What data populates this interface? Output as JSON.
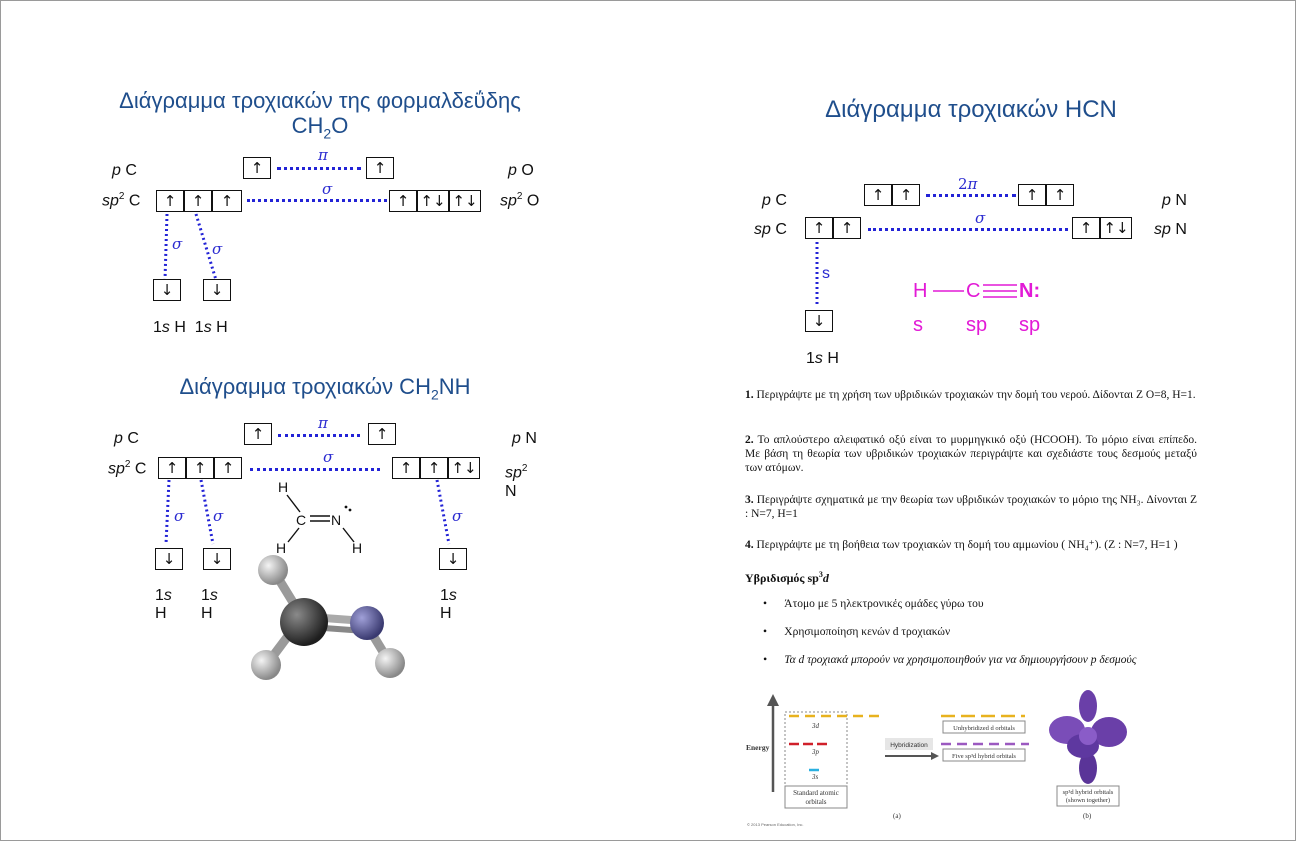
{
  "left": {
    "title1_line1": "Διάγραμμα τροχιακών της φορμαλδεΰδης",
    "title1_formula": "CH",
    "title1_sub": "2",
    "title1_tail": "O",
    "ch2o": {
      "pC": "p C",
      "sp2C_prefix": "sp",
      "sp2C_sup": "2",
      "sp2C_tail": " C",
      "pO": "p O",
      "sp2O_prefix": "sp",
      "sp2O_sup": "2",
      "sp2O_tail": " O",
      "pi": "π",
      "sigma": "σ",
      "arrow_up": "↑",
      "arrow_updown": "↑↓",
      "arrow_down": "↓",
      "h1": "1s H",
      "h2": "1s H"
    },
    "title2_text": "Διάγραμμα τροχιακών CH",
    "title2_sub": "2",
    "title2_tail": "NH",
    "ch2nh": {
      "pC": "p C",
      "sp2C": "C",
      "pN": "p N",
      "sp2N_line2": "N",
      "h_label_top": "1s",
      "h_label_bottom": "H",
      "lewis_H": "H",
      "lewis_C": "C",
      "lewis_N": "N"
    }
  },
  "right": {
    "title": "Διάγραμμα τροχιακών HCN",
    "pC": "p C",
    "spC": "sp C",
    "pN": "p N",
    "spN": "sp N",
    "twopi": "2π",
    "sigma": "σ",
    "s": "s",
    "h": "1s H",
    "hcn": {
      "H": "H",
      "C": "C",
      "N": "N:",
      "s": "s",
      "sp1": "sp",
      "sp2": "sp"
    },
    "q1_num": "1.",
    "q1": "Περιγράψτε με τη χρήση των υβριδικών τροχιακών την δομή του νερού. Δίδονται Z O=8, H=1.",
    "q2_num": "2.",
    "q2": "Το απλούστερο αλειφατικό οξύ είναι το μυρμηγκικό οξύ (HCOOH). Το μόριο είναι επίπεδο. Με βάση τη θεωρία των υβριδικών τροχιακών περιγράψτε και σχεδιάστε τους δεσμούς μεταξύ των ατόμων.",
    "q3_num": "3.",
    "q3": "Περιγράψτε σχηματικά με την θεωρία των υβριδικών τροχιακών το μόριο της NH₃. Δίνονται Z : N=7, H=1",
    "q4_num": "4.",
    "q4": "Περιγράψτε με τη βοήθεια των τροχιακών τη δομή του αμμωνίου ( NH₄⁺). (Z : N=7, H=1 )",
    "hyb_heading": "Υβριδισμός sp",
    "hyb_sup": "3",
    "hyb_d": "d",
    "bullets": [
      "Άτομο με 5 ηλεκτρονικές ομάδες γύρω του",
      "Χρησιμοποίηση κενών d τροχιακών",
      "Τα d τροχιακά μπορούν να χρησιμοποιηθούν  για να δημιουργήσουν  p δεσμούς"
    ],
    "figure": {
      "energy": "Energy",
      "l3d": "3d",
      "l3p": "3p",
      "l3s": "3s",
      "standard": "Standard atomic orbitals",
      "hybridization": "Hybridization",
      "unhybridized": "Unhybridized d orbitals",
      "five": "Five sp³d hybrid orbitals",
      "sp3d": "sp³d hybrid orbitals (shown together)",
      "a": "(a)",
      "b": "(b)",
      "copyright": "© 2013 Pearson Education, Inc."
    },
    "colors": {
      "gold": "#e8b21e",
      "red": "#d0202a",
      "cyan": "#2ab0e0",
      "purple": "#9b59c0",
      "lobe": "#6a3fa8"
    }
  }
}
